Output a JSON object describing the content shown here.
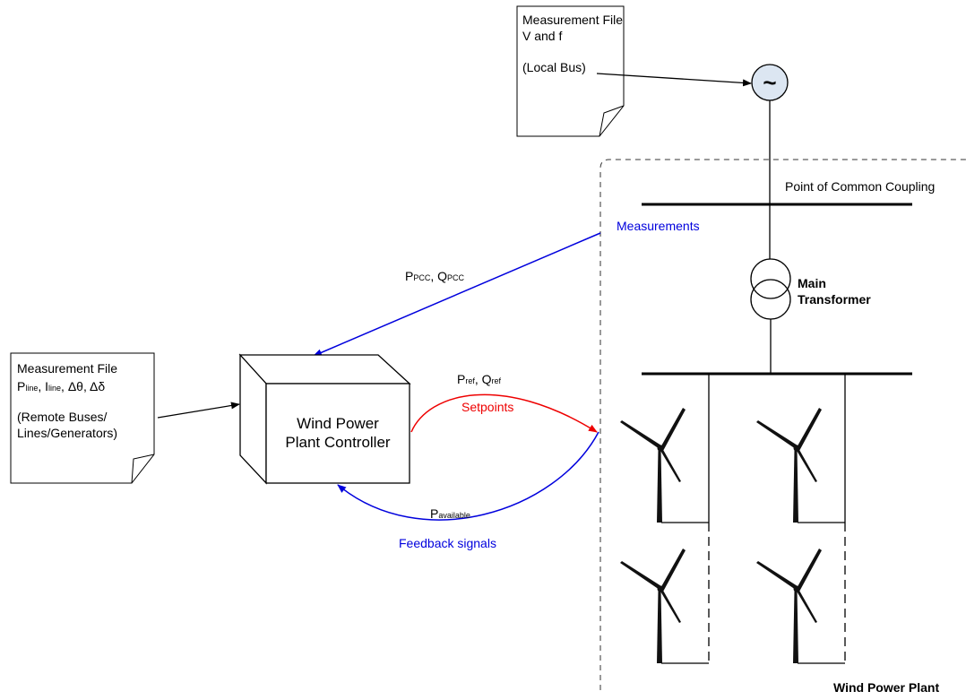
{
  "local_file": {
    "line1": "Measurement File",
    "line2": "V and f",
    "line3": "(Local Bus)"
  },
  "remote_file": {
    "line1": "Measurement File",
    "line2": {
      "p": "P",
      "p_sub": "line",
      "i": "I",
      "i_sub": "line",
      "rest": "Δθ, Δδ"
    },
    "line3": "(Remote Buses/",
    "line4": "Lines/Generators)"
  },
  "controller": {
    "line1": "Wind Power",
    "line2": "Plant Controller"
  },
  "pcc_label": "Point of Common Coupling",
  "transformer_label": {
    "line1": "Main",
    "line2": "Transformer"
  },
  "plant_label": "Wind Power Plant",
  "measurements_label": "Measurements",
  "measured_signals": {
    "p": "P",
    "p_sub": "PCC",
    "q": "Q",
    "q_sub": "PCC"
  },
  "setpoints_label": "Setpoints",
  "setpoint_signals": {
    "p": "P",
    "p_sub": "ref",
    "q": "Q",
    "q_sub": "ref"
  },
  "feedback_label": "Feedback signals",
  "feedback_signal": {
    "p": "P",
    "p_sub": "available"
  },
  "source_symbol": "~",
  "colors": {
    "measurements": "#0000dd",
    "setpoints": "#ee0000",
    "feedback": "#0000dd"
  }
}
